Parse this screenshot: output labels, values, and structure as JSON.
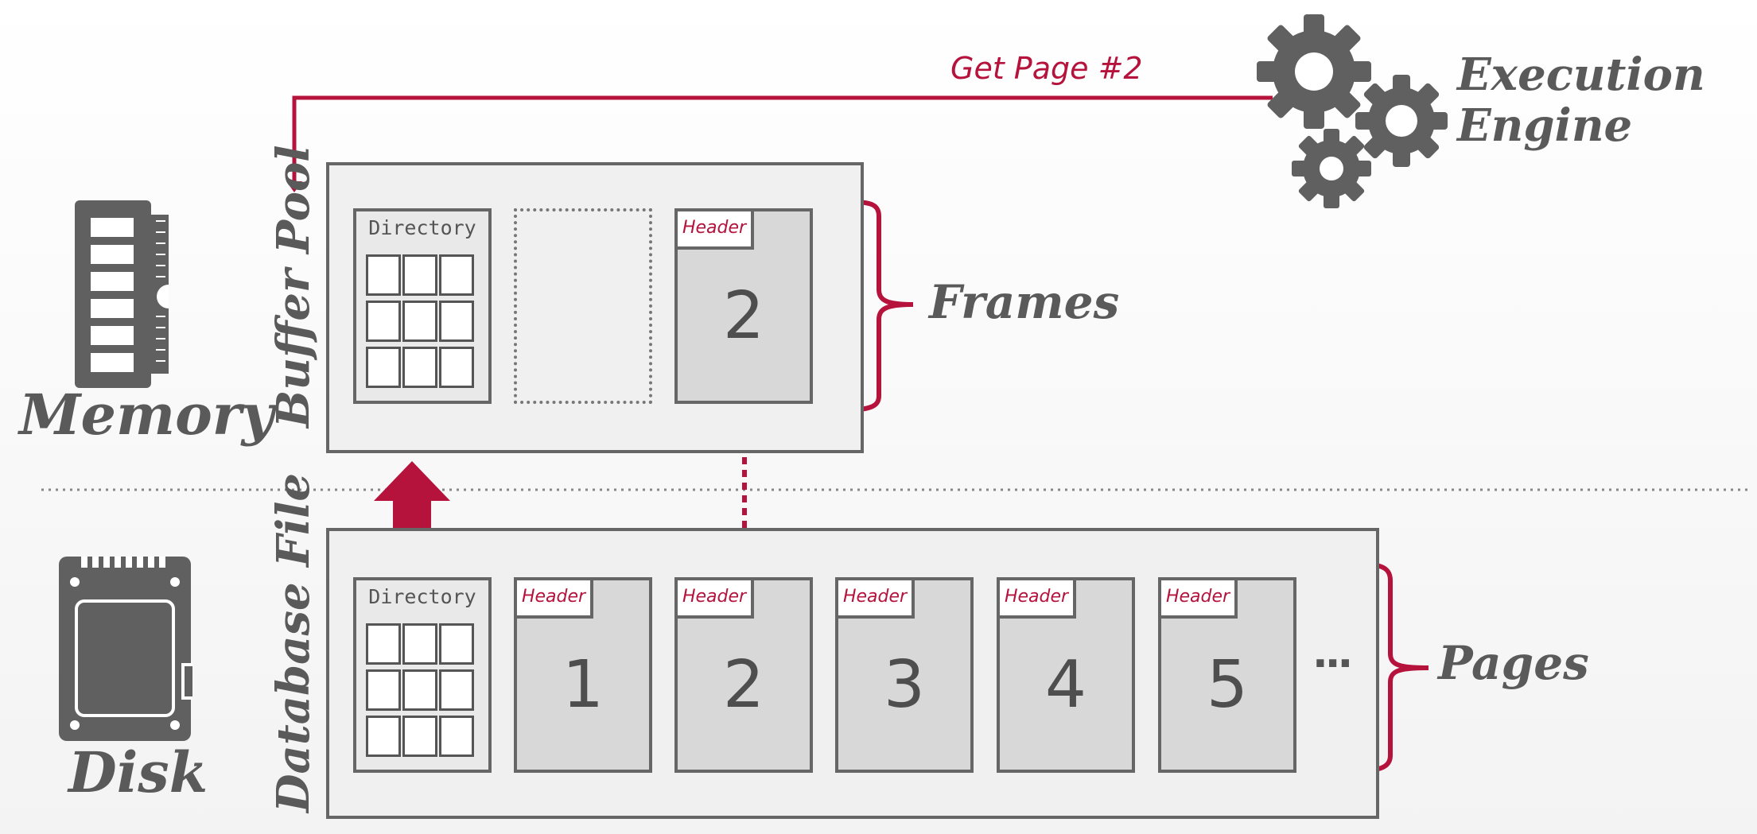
{
  "labels": {
    "get_page": "Get Page #2",
    "execution_engine_line1": "Execution",
    "execution_engine_line2": "Engine",
    "buffer_pool": "Buffer Pool",
    "database_file": "Database File",
    "memory": "Memory",
    "disk": "Disk",
    "frames": "Frames",
    "pages": "Pages",
    "ellipsis": "..."
  },
  "buffer_pool": {
    "directory_label": "Directory",
    "frame_page": {
      "header": "Header",
      "number": "2"
    }
  },
  "database_file": {
    "directory_label": "Directory",
    "pages": [
      {
        "header": "Header",
        "number": "1"
      },
      {
        "header": "Header",
        "number": "2"
      },
      {
        "header": "Header",
        "number": "3"
      },
      {
        "header": "Header",
        "number": "4"
      },
      {
        "header": "Header",
        "number": "5"
      }
    ]
  },
  "colors": {
    "accent": "#b5123c",
    "gray": "#666666"
  }
}
